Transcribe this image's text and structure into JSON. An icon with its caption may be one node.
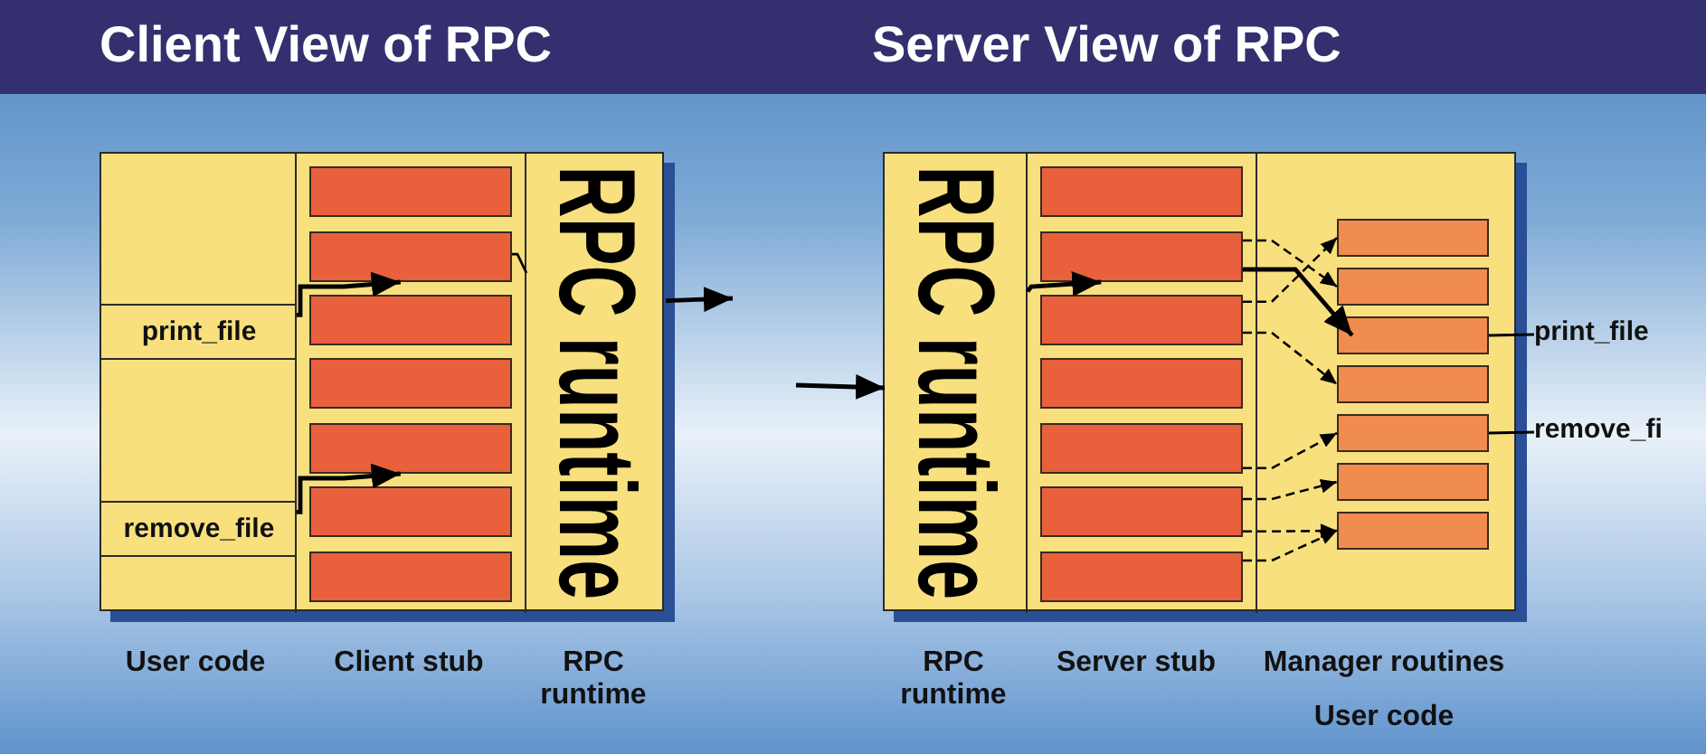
{
  "diagram": {
    "nodes": [
      {
        "text": [],
        "shape": "box"
      },
      {
        "text": [],
        "shape": "box",
        "in": 0,
        "beside": [
          "User code"
        ]
      },
      {
        "text": [
          "print_file"
        ],
        "in": 1
      },
      {
        "text": [
          "remove_file"
        ],
        "in": 1
      },
      {
        "text": [],
        "shape": "box",
        "in": 0,
        "beside": [
          "Client stub"
        ]
      },
      {
        "text": [],
        "shape": "bar",
        "in": 4
      },
      {
        "text": [],
        "shape": "bar",
        "in": 4
      },
      {
        "text": [],
        "shape": "bar",
        "in": 4
      },
      {
        "text": [],
        "shape": "bar",
        "in": 4
      },
      {
        "text": [],
        "shape": "bar",
        "in": 4
      },
      {
        "text": [],
        "shape": "bar",
        "in": 4
      },
      {
        "text": [],
        "shape": "bar",
        "in": 4
      },
      {
        "text": [
          "RPC runtime"
        ],
        "in": 0,
        "beside": [
          "RPC runtime"
        ]
      },
      {
        "text": [],
        "shape": "box"
      },
      {
        "text": [
          "RPC runtime"
        ],
        "in": 13,
        "beside": [
          "RPC runtime"
        ]
      },
      {
        "text": [],
        "shape": "box",
        "in": 13,
        "beside": [
          "Server stub"
        ]
      },
      {
        "text": [],
        "shape": "bar",
        "in": 15
      },
      {
        "text": [],
        "shape": "bar",
        "in": 15
      },
      {
        "text": [],
        "shape": "bar",
        "in": 15
      },
      {
        "text": [],
        "shape": "bar",
        "in": 15
      },
      {
        "text": [],
        "shape": "bar",
        "in": 15
      },
      {
        "text": [],
        "shape": "bar",
        "in": 15
      },
      {
        "text": [],
        "shape": "bar",
        "in": 15
      },
      {
        "text": [],
        "shape": "box",
        "in": 13,
        "beside": [
          "Manager routines",
          "User code"
        ]
      },
      {
        "text": [],
        "shape": "bar",
        "in": 23
      },
      {
        "text": [],
        "shape": "bar",
        "in": 23
      },
      {
        "text": [],
        "shape": "bar",
        "in": 23
      },
      {
        "text": [],
        "shape": "bar",
        "in": 23
      },
      {
        "text": [],
        "shape": "bar",
        "in": 23
      },
      {
        "text": [],
        "shape": "bar",
        "in": 23
      },
      {
        "text": [],
        "shape": "bar",
        "in": 23
      },
      {
        "text": [
          "print_file"
        ]
      },
      {
        "text": [
          "remove_fi"
        ]
      }
    ],
    "edges": [
      {
        "from": 2,
        "to": 6,
        "arrow": "to"
      },
      {
        "from": 3,
        "to": 9,
        "arrow": "to"
      },
      {
        "from": 6,
        "to": 12,
        "arrow": "none"
      },
      {
        "from": 12,
        "to": null,
        "arrow": "to"
      },
      {
        "from": null,
        "to": 14,
        "arrow": "to"
      },
      {
        "from": 14,
        "to": 17,
        "arrow": "to"
      },
      {
        "from": 17,
        "to": 26,
        "arrow": "to"
      },
      {
        "from": 17,
        "to": 25,
        "arrow": "to",
        "style": "dashed"
      },
      {
        "from": 18,
        "to": 24,
        "arrow": "to",
        "style": "dashed"
      },
      {
        "from": 18,
        "to": 27,
        "arrow": "to",
        "style": "dashed"
      },
      {
        "from": 20,
        "to": 28,
        "arrow": "to",
        "style": "dashed"
      },
      {
        "from": 21,
        "to": 29,
        "arrow": "to",
        "style": "dashed"
      },
      {
        "from": 21,
        "to": 30,
        "arrow": "to",
        "style": "dashed"
      },
      {
        "from": 22,
        "to": 30,
        "arrow": "to",
        "style": "dashed"
      },
      {
        "from": 31,
        "to": 26,
        "arrow": "none"
      },
      {
        "from": 32,
        "to": 28,
        "arrow": "none"
      }
    ],
    "labels": [
      "Client View of RPC",
      "Server View of RPC"
    ]
  }
}
